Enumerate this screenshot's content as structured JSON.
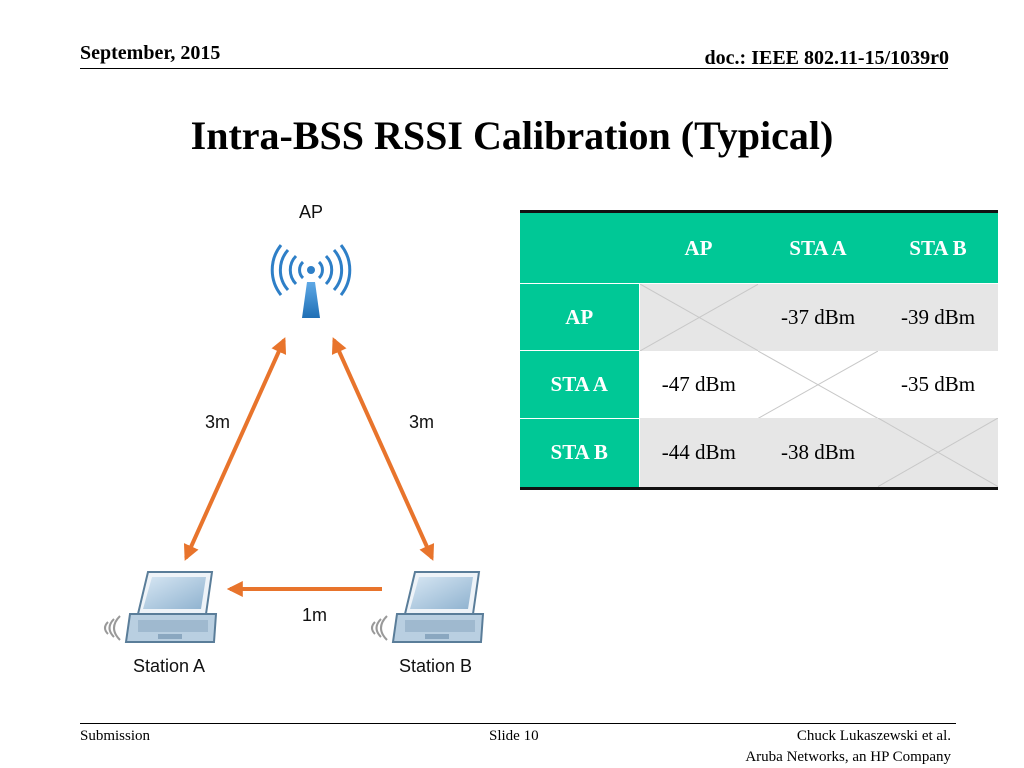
{
  "header": {
    "date": "September, 2015",
    "doc": "doc.: IEEE 802.11-15/1039r0"
  },
  "title": "Intra-BSS RSSI Calibration (Typical)",
  "diagram": {
    "ap_label": "AP",
    "left_distance": "3m",
    "right_distance": "3m",
    "bottom_distance": "1m",
    "station_a": "Station A",
    "station_b": "Station B",
    "arrow_color": "#e8742c",
    "ap_icon": "wifi-access-point-icon",
    "station_icon": "laptop-icon"
  },
  "table": {
    "columns": [
      "",
      "AP",
      "STA A",
      "STA B"
    ],
    "rows": [
      {
        "label": "AP",
        "cells": [
          "",
          "-37 dBm",
          "-39 dBm"
        ]
      },
      {
        "label": "STA A",
        "cells": [
          "-47 dBm",
          "",
          "-35 dBm"
        ]
      },
      {
        "label": "STA B",
        "cells": [
          "-44 dBm",
          "-38 dBm",
          ""
        ]
      }
    ],
    "header_color": "#00c896"
  },
  "footer": {
    "left": "Submission",
    "center": "Slide 10",
    "right_line1": "Chuck Lukaszewski et al.",
    "right_line2": "Aruba Networks, an HP Company"
  }
}
